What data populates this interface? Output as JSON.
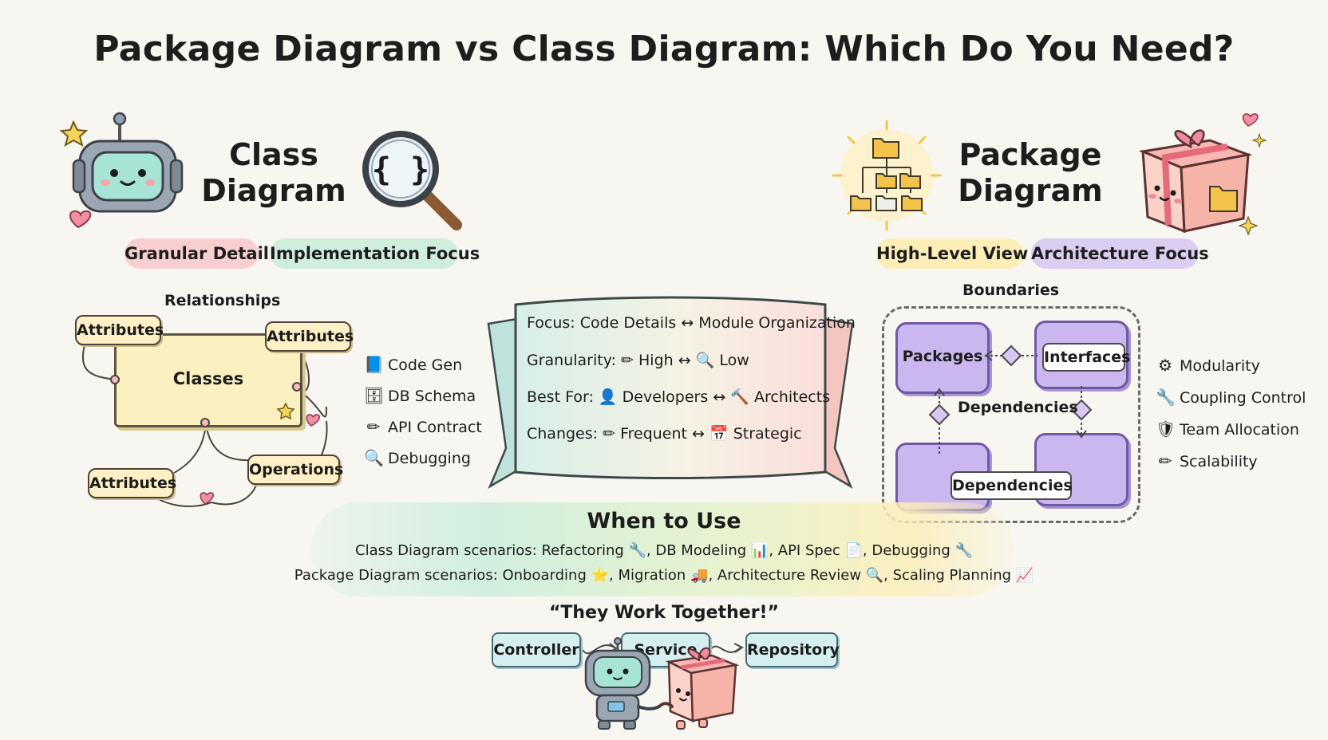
{
  "title": "Package Diagram vs Class Diagram: Which Do You Need?",
  "class_side": {
    "heading_line1": "Class",
    "heading_line2": "Diagram",
    "pills": [
      "Granular Detail",
      "Implementation Focus"
    ],
    "diagram": {
      "top_label": "Relationships",
      "center": "Classes",
      "tags": [
        "Attributes",
        "Attributes",
        "Attributes",
        "Operations"
      ]
    },
    "uses": [
      {
        "icon": "book-icon",
        "glyph": "📘",
        "label": "Code Gen"
      },
      {
        "icon": "database-icon",
        "glyph": "🗄",
        "label": "DB Schema"
      },
      {
        "icon": "pencil-icon",
        "glyph": "✏",
        "label": "API Contract"
      },
      {
        "icon": "magnifier-icon",
        "glyph": "🔍",
        "label": "Debugging"
      }
    ]
  },
  "comparison": {
    "rows": [
      {
        "label": "Focus:",
        "left": "Code Details",
        "arrow": "↔",
        "right": "Module Organization",
        "left_icon": "",
        "right_icon": ""
      },
      {
        "label": "Granularity:",
        "left": "High",
        "arrow": "↔",
        "right": "Low",
        "left_icon": "✏",
        "right_icon": "🔍"
      },
      {
        "label": "Best For:",
        "left": "Developers",
        "arrow": "↔",
        "right": "Architects",
        "left_icon": "👤",
        "right_icon": "🔨"
      },
      {
        "label": "Changes:",
        "left": "Frequent",
        "arrow": "↔",
        "right": "Strategic",
        "left_icon": "✏",
        "right_icon": "📅"
      }
    ]
  },
  "package_side": {
    "heading_line1": "Package",
    "heading_line2": "Diagram",
    "pills": [
      "High-Level View",
      "Architecture Focus"
    ],
    "diagram": {
      "boundary_label": "Boundaries",
      "packages_label": "Packages",
      "interfaces_label": "Interfaces",
      "dependencies_label": "Dependencies",
      "dependencies_tag": "Dependencies"
    },
    "benefits": [
      {
        "icon": "gear-icon",
        "glyph": "⚙",
        "label": "Modularity"
      },
      {
        "icon": "wrench-icon",
        "glyph": "🔧",
        "label": "Coupling Control"
      },
      {
        "icon": "shield-icon",
        "glyph": "🛡",
        "label": "Team Allocation"
      },
      {
        "icon": "pencil-icon",
        "glyph": "✏",
        "label": "Scalability"
      }
    ]
  },
  "when_to_use": {
    "heading": "When to Use",
    "class_line": "Class Diagram scenarios: Refactoring 🔧, DB Modeling 📊, API Spec 📄, Debugging 🔧",
    "package_line": "Package Diagram scenarios: Onboarding ⭐, Migration 🚚, Architecture Review 🔍, Scaling Planning 📈"
  },
  "together": {
    "quote": "“They Work Together!”",
    "layers": [
      "Controller",
      "Service",
      "Repository"
    ]
  },
  "colors": {
    "pill_pink": "#f8cfd1",
    "pill_mint": "#cfeedd",
    "pill_yellow": "#fbeeb7",
    "pill_lavender": "#dccdf3",
    "class_box": "#fbf0c0",
    "package_box": "#cbb7ef",
    "banner_left": "#d7efe8",
    "banner_right": "#fadfdb"
  }
}
